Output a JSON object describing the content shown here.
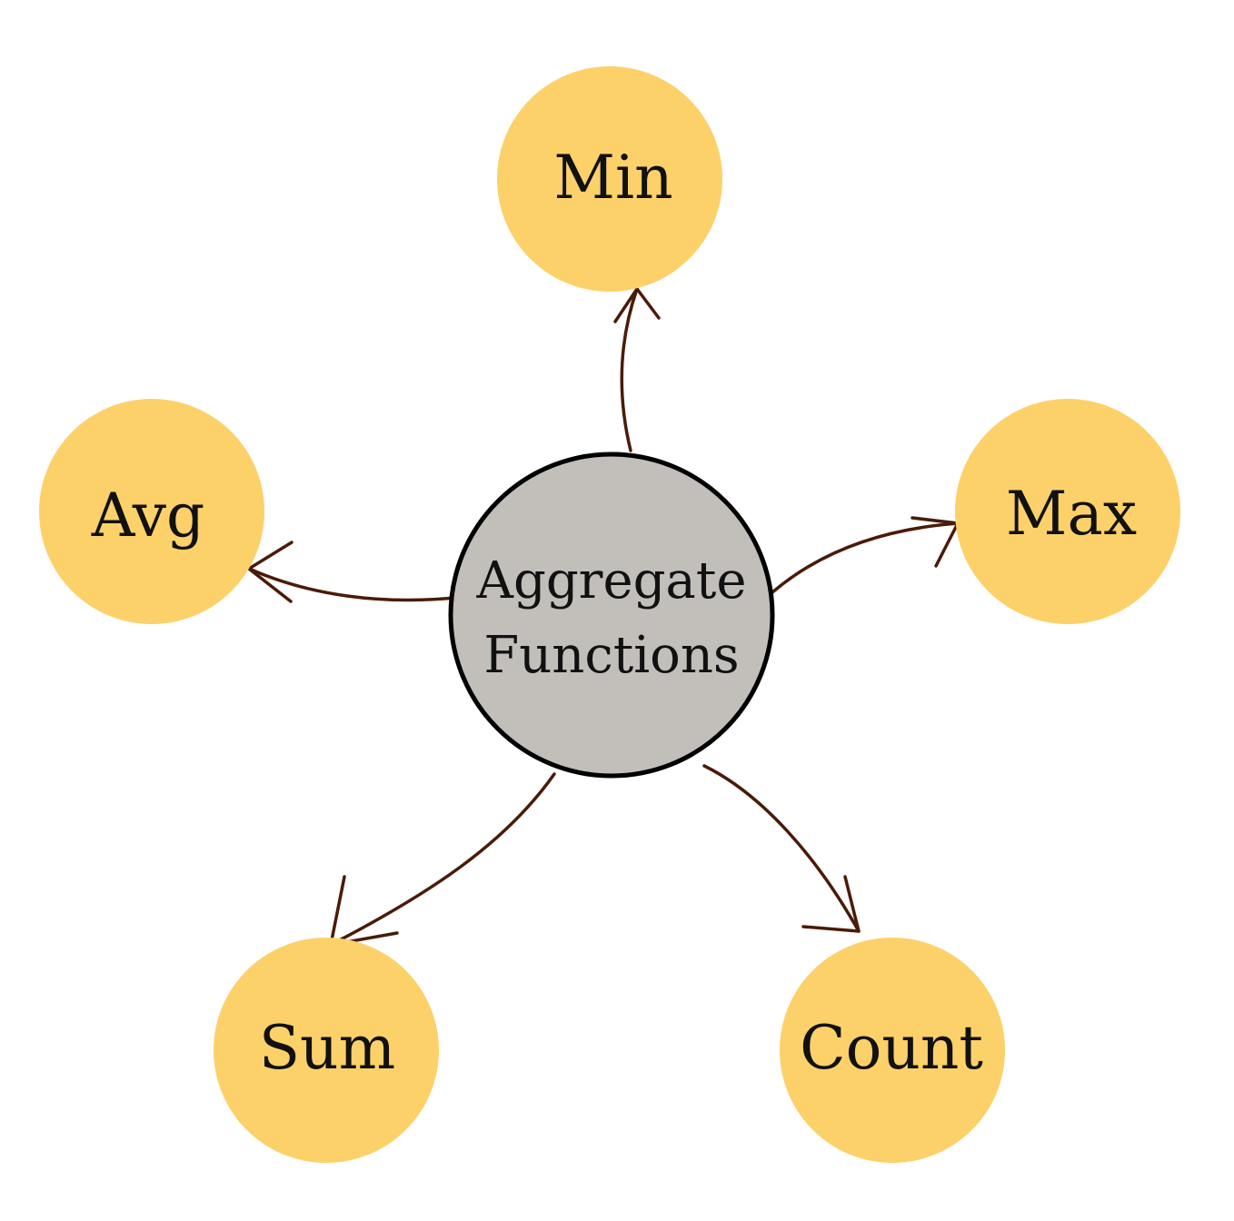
{
  "diagram": {
    "center": {
      "line1": "Aggregate",
      "line2": "Functions"
    },
    "nodes": {
      "min": "Min",
      "max": "Max",
      "avg": "Avg",
      "sum": "Sum",
      "count": "Count"
    }
  },
  "colors": {
    "leaf_fill": "#FDD16A",
    "center_fill": "#C2BFBB",
    "center_stroke": "#000000",
    "edge": "#4A1B08"
  }
}
